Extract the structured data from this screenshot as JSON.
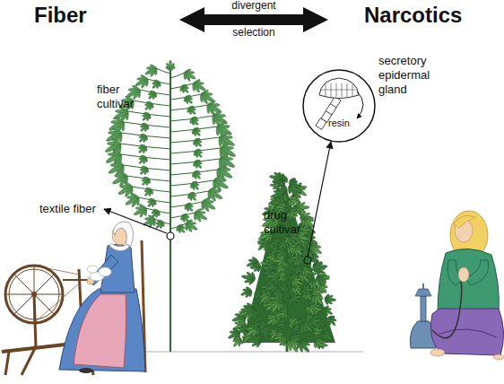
{
  "diagram": {
    "nodes": [
      {
        "text": [
          "secretory epidermal gland",
          "resin"
        ]
      }
    ],
    "labels": [
      "Fiber",
      "Narcotics",
      "divergent",
      "selection",
      "fiber cultivar",
      "textile fiber",
      "drug cultivar"
    ]
  }
}
